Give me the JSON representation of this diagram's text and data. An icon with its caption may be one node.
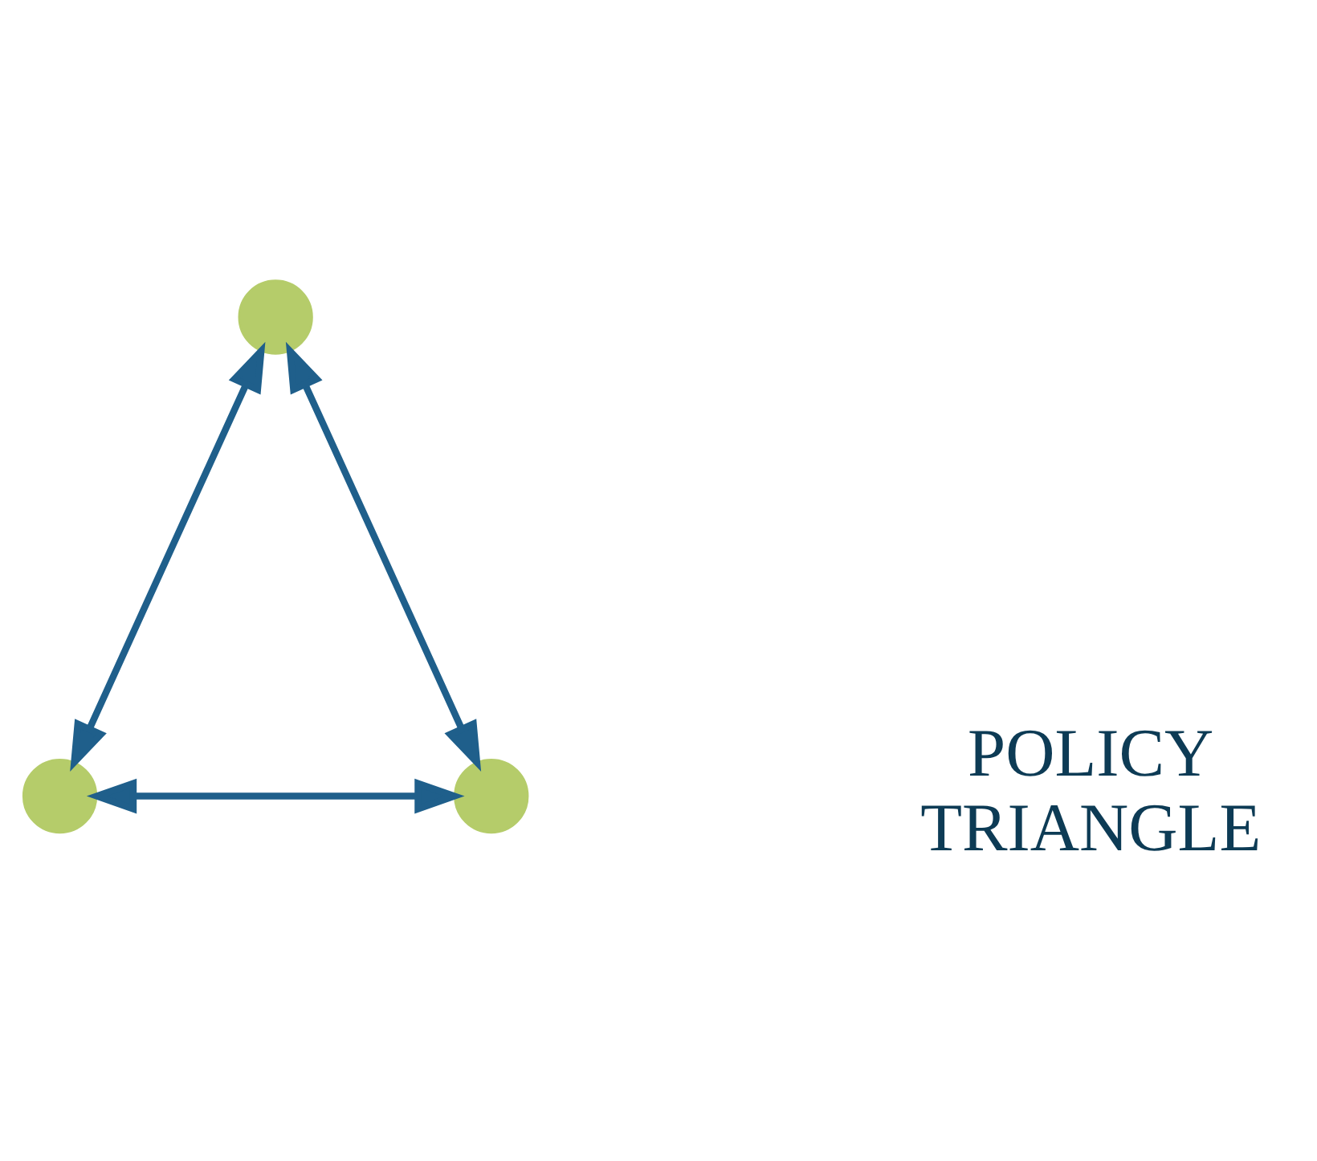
{
  "diagram": {
    "nodes": [
      {
        "text": [],
        "shape": "circle"
      },
      {
        "text": [],
        "shape": "circle"
      },
      {
        "text": [],
        "shape": "circle"
      }
    ],
    "edges": [
      {
        "from": 0,
        "to": 1,
        "arrow": "both"
      },
      {
        "from": 0,
        "to": 2,
        "arrow": "both"
      },
      {
        "from": 1,
        "to": 2,
        "arrow": "both"
      }
    ],
    "labels": [
      "POLICY TRIANGLE"
    ]
  }
}
